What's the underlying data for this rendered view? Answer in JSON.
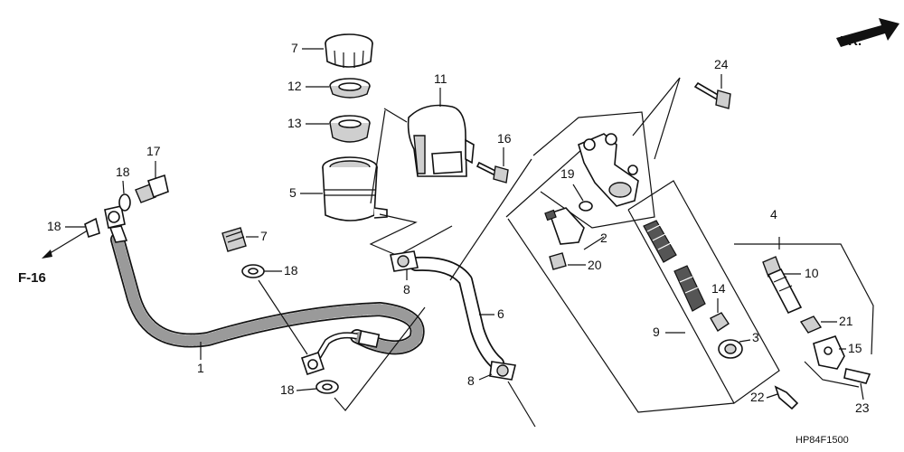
{
  "diagram": {
    "direction_badge": "FR.",
    "reference_label": "F-16",
    "diagram_code": "HP84F1500",
    "callouts": {
      "c1": "1",
      "c2": "2",
      "c3": "3",
      "c4": "4",
      "c5": "5",
      "c6": "6",
      "c7": "7",
      "c7b": "7",
      "c8a": "8",
      "c8b": "8",
      "c9": "9",
      "c10": "10",
      "c11": "11",
      "c12": "12",
      "c13": "13",
      "c14": "14",
      "c15": "15",
      "c16": "16",
      "c17": "17",
      "c18a": "18",
      "c18b": "18",
      "c18c": "18",
      "c18d": "18",
      "c19": "19",
      "c20": "20",
      "c21": "21",
      "c22": "22",
      "c23": "23",
      "c24": "24"
    }
  }
}
